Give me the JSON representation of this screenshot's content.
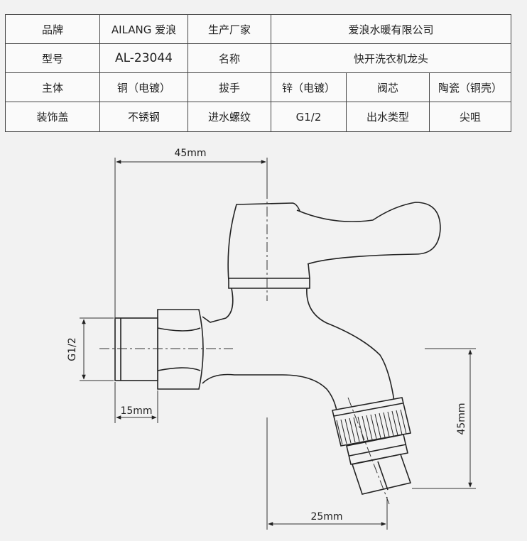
{
  "table": {
    "row1": {
      "brand_label": "品牌",
      "brand_value": "AILANG 爱浪",
      "maker_label": "生产厂家",
      "maker_value": "爱浪水暖有限公司"
    },
    "row2": {
      "model_label": "型号",
      "model_value": "AL-23044",
      "name_label": "名称",
      "name_value": "快开洗衣机龙头"
    },
    "row3": {
      "body_label": "主体",
      "body_value": "铜（电镀）",
      "handle_label": "拔手",
      "handle_value": "锌（电镀）",
      "core_label": "阀芯",
      "core_value": "陶瓷（铜壳）"
    },
    "row4": {
      "cover_label": "装饰盖",
      "cover_value": "不锈钢",
      "thread_label": "进水螺纹",
      "thread_value": "G1/2",
      "outlet_label": "出水类型",
      "outlet_value": "尖咀"
    }
  },
  "dimensions": {
    "width_top": "45mm",
    "thread": "G1/2",
    "inlet_length": "15mm",
    "height_right": "45mm",
    "spout_offset": "25mm"
  },
  "colors": {
    "line": "#222222",
    "background": "#f2f2f2",
    "table_border": "#444444"
  }
}
